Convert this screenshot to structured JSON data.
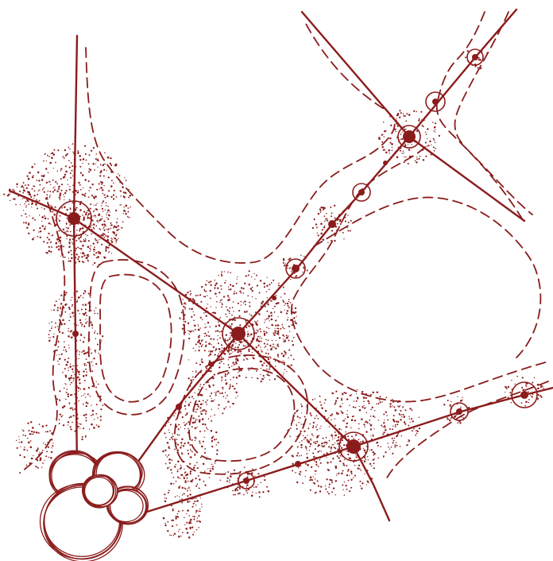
{
  "diagram": {
    "ink_color": "#8b1c1c",
    "background_color": "#ffffff",
    "elements": [
      "road-network",
      "dashed-boundary-lines",
      "stippled-settlement-areas",
      "nodes",
      "cluster-of-rings"
    ]
  }
}
